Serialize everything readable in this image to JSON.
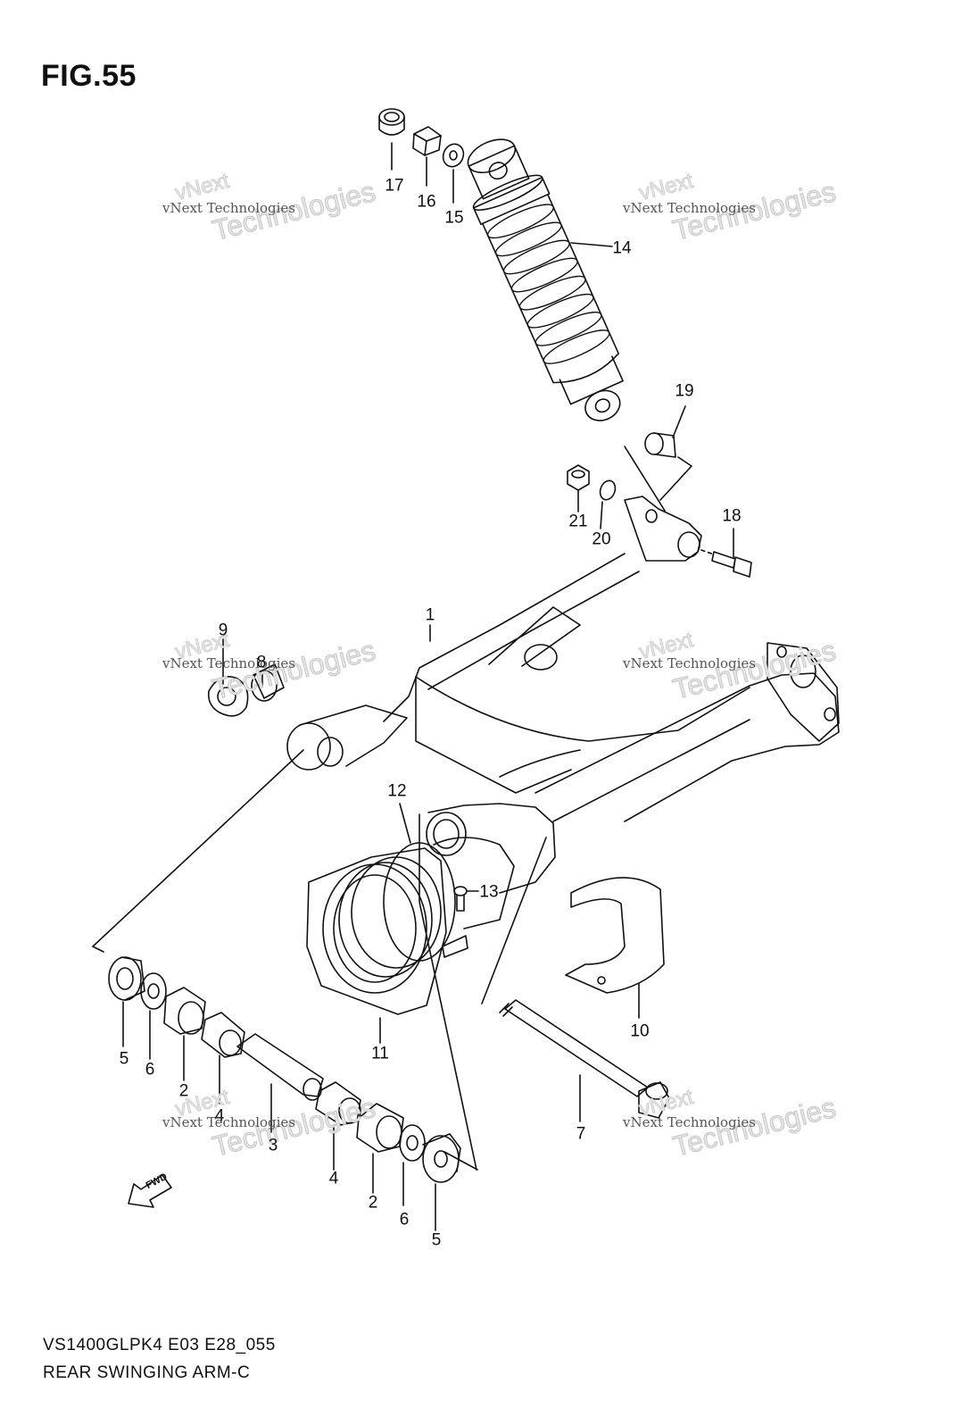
{
  "figure": {
    "title": "FIG.55"
  },
  "callouts": [
    {
      "id": "17",
      "label": "17"
    },
    {
      "id": "16",
      "label": "16"
    },
    {
      "id": "15",
      "label": "15"
    },
    {
      "id": "14",
      "label": "14"
    },
    {
      "id": "19",
      "label": "19"
    },
    {
      "id": "21",
      "label": "21"
    },
    {
      "id": "20",
      "label": "20"
    },
    {
      "id": "18",
      "label": "18"
    },
    {
      "id": "1",
      "label": "1"
    },
    {
      "id": "9",
      "label": "9"
    },
    {
      "id": "8",
      "label": "8"
    },
    {
      "id": "12",
      "label": "12"
    },
    {
      "id": "13",
      "label": "13"
    },
    {
      "id": "11",
      "label": "11"
    },
    {
      "id": "10",
      "label": "10"
    },
    {
      "id": "5a",
      "label": "5"
    },
    {
      "id": "6a",
      "label": "6"
    },
    {
      "id": "2a",
      "label": "2"
    },
    {
      "id": "4a",
      "label": "4"
    },
    {
      "id": "3",
      "label": "3"
    },
    {
      "id": "4b",
      "label": "4"
    },
    {
      "id": "2b",
      "label": "2"
    },
    {
      "id": "6b",
      "label": "6"
    },
    {
      "id": "5b",
      "label": "5"
    },
    {
      "id": "7",
      "label": "7"
    }
  ],
  "watermark": {
    "brand": "vNext",
    "company": "vNext Technologies",
    "word": "Technologies"
  },
  "fwd_marker": "FWD",
  "footer": {
    "code": "VS1400GLPK4 E03 E28_055",
    "name": "REAR SWINGING ARM-C"
  }
}
